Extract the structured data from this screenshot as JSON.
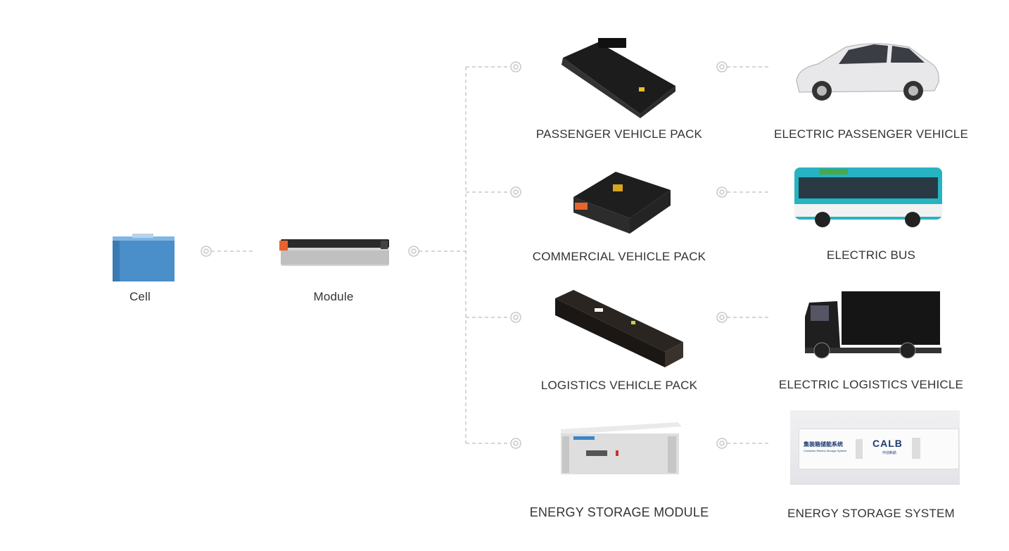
{
  "stages": {
    "cell": {
      "label": "Cell"
    },
    "module": {
      "label": "Module"
    }
  },
  "packs": [
    {
      "label": "PASSENGER VEHICLE PACK"
    },
    {
      "label": "COMMERCIAL VEHICLE PACK"
    },
    {
      "label": "LOGISTICS VEHICLE PACK"
    },
    {
      "label": "ENERGY STORAGE MODULE"
    }
  ],
  "applications": [
    {
      "label": "ELECTRIC PASSENGER VEHICLE"
    },
    {
      "label": "ELECTRIC BUS"
    },
    {
      "label": "ELECTRIC LOGISTICS VEHICLE"
    },
    {
      "label": "ENERGY STORAGE SYSTEM",
      "brand": "CALB",
      "sign_cn": "集装箱储能系统",
      "sign_en": "Container Electric Storage System",
      "brand_cn": "中创新航"
    }
  ],
  "colors": {
    "connector": "#c8c8c8",
    "label": "#333333",
    "cell": "#4a8fc9",
    "accent": "#e8642c"
  }
}
